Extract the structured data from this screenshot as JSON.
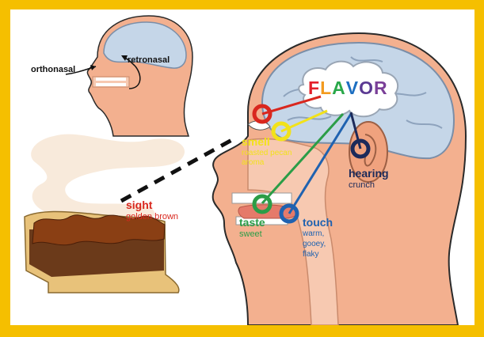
{
  "diagram": {
    "small_head": {
      "orthonasal_label": "orthonasal",
      "retronasal_label": "retronasal"
    },
    "flavor": {
      "letters": [
        "F",
        "L",
        "A",
        "V",
        "O",
        "R"
      ],
      "letter_colors": [
        "#e4202b",
        "#f39a1e",
        "#2aa84a",
        "#1d6fc1",
        "#5b3a93",
        "#7a3f98"
      ]
    },
    "senses": {
      "sight": {
        "title": "sight",
        "detail": "golden brown",
        "color": "#d9271e"
      },
      "smell": {
        "title": "smell",
        "detail_line1": "roasted pecan",
        "detail_line2": "aroma",
        "color": "#f2e21a"
      },
      "taste": {
        "title": "taste",
        "detail": "sweet",
        "color": "#2b9d47"
      },
      "touch": {
        "title": "touch",
        "detail_line1": "warm,",
        "detail_line2": "gooey,",
        "detail_line3": "flaky",
        "color": "#1f62b0"
      },
      "hearing": {
        "title": "hearing",
        "detail": "crunch",
        "color": "#1c2a5a"
      }
    },
    "colors": {
      "border": "#f5bf00",
      "skin": "#f3b08f",
      "brain": "#c5d6e8",
      "crust": "#e8c27a",
      "filling": "#6b3a1a"
    }
  }
}
